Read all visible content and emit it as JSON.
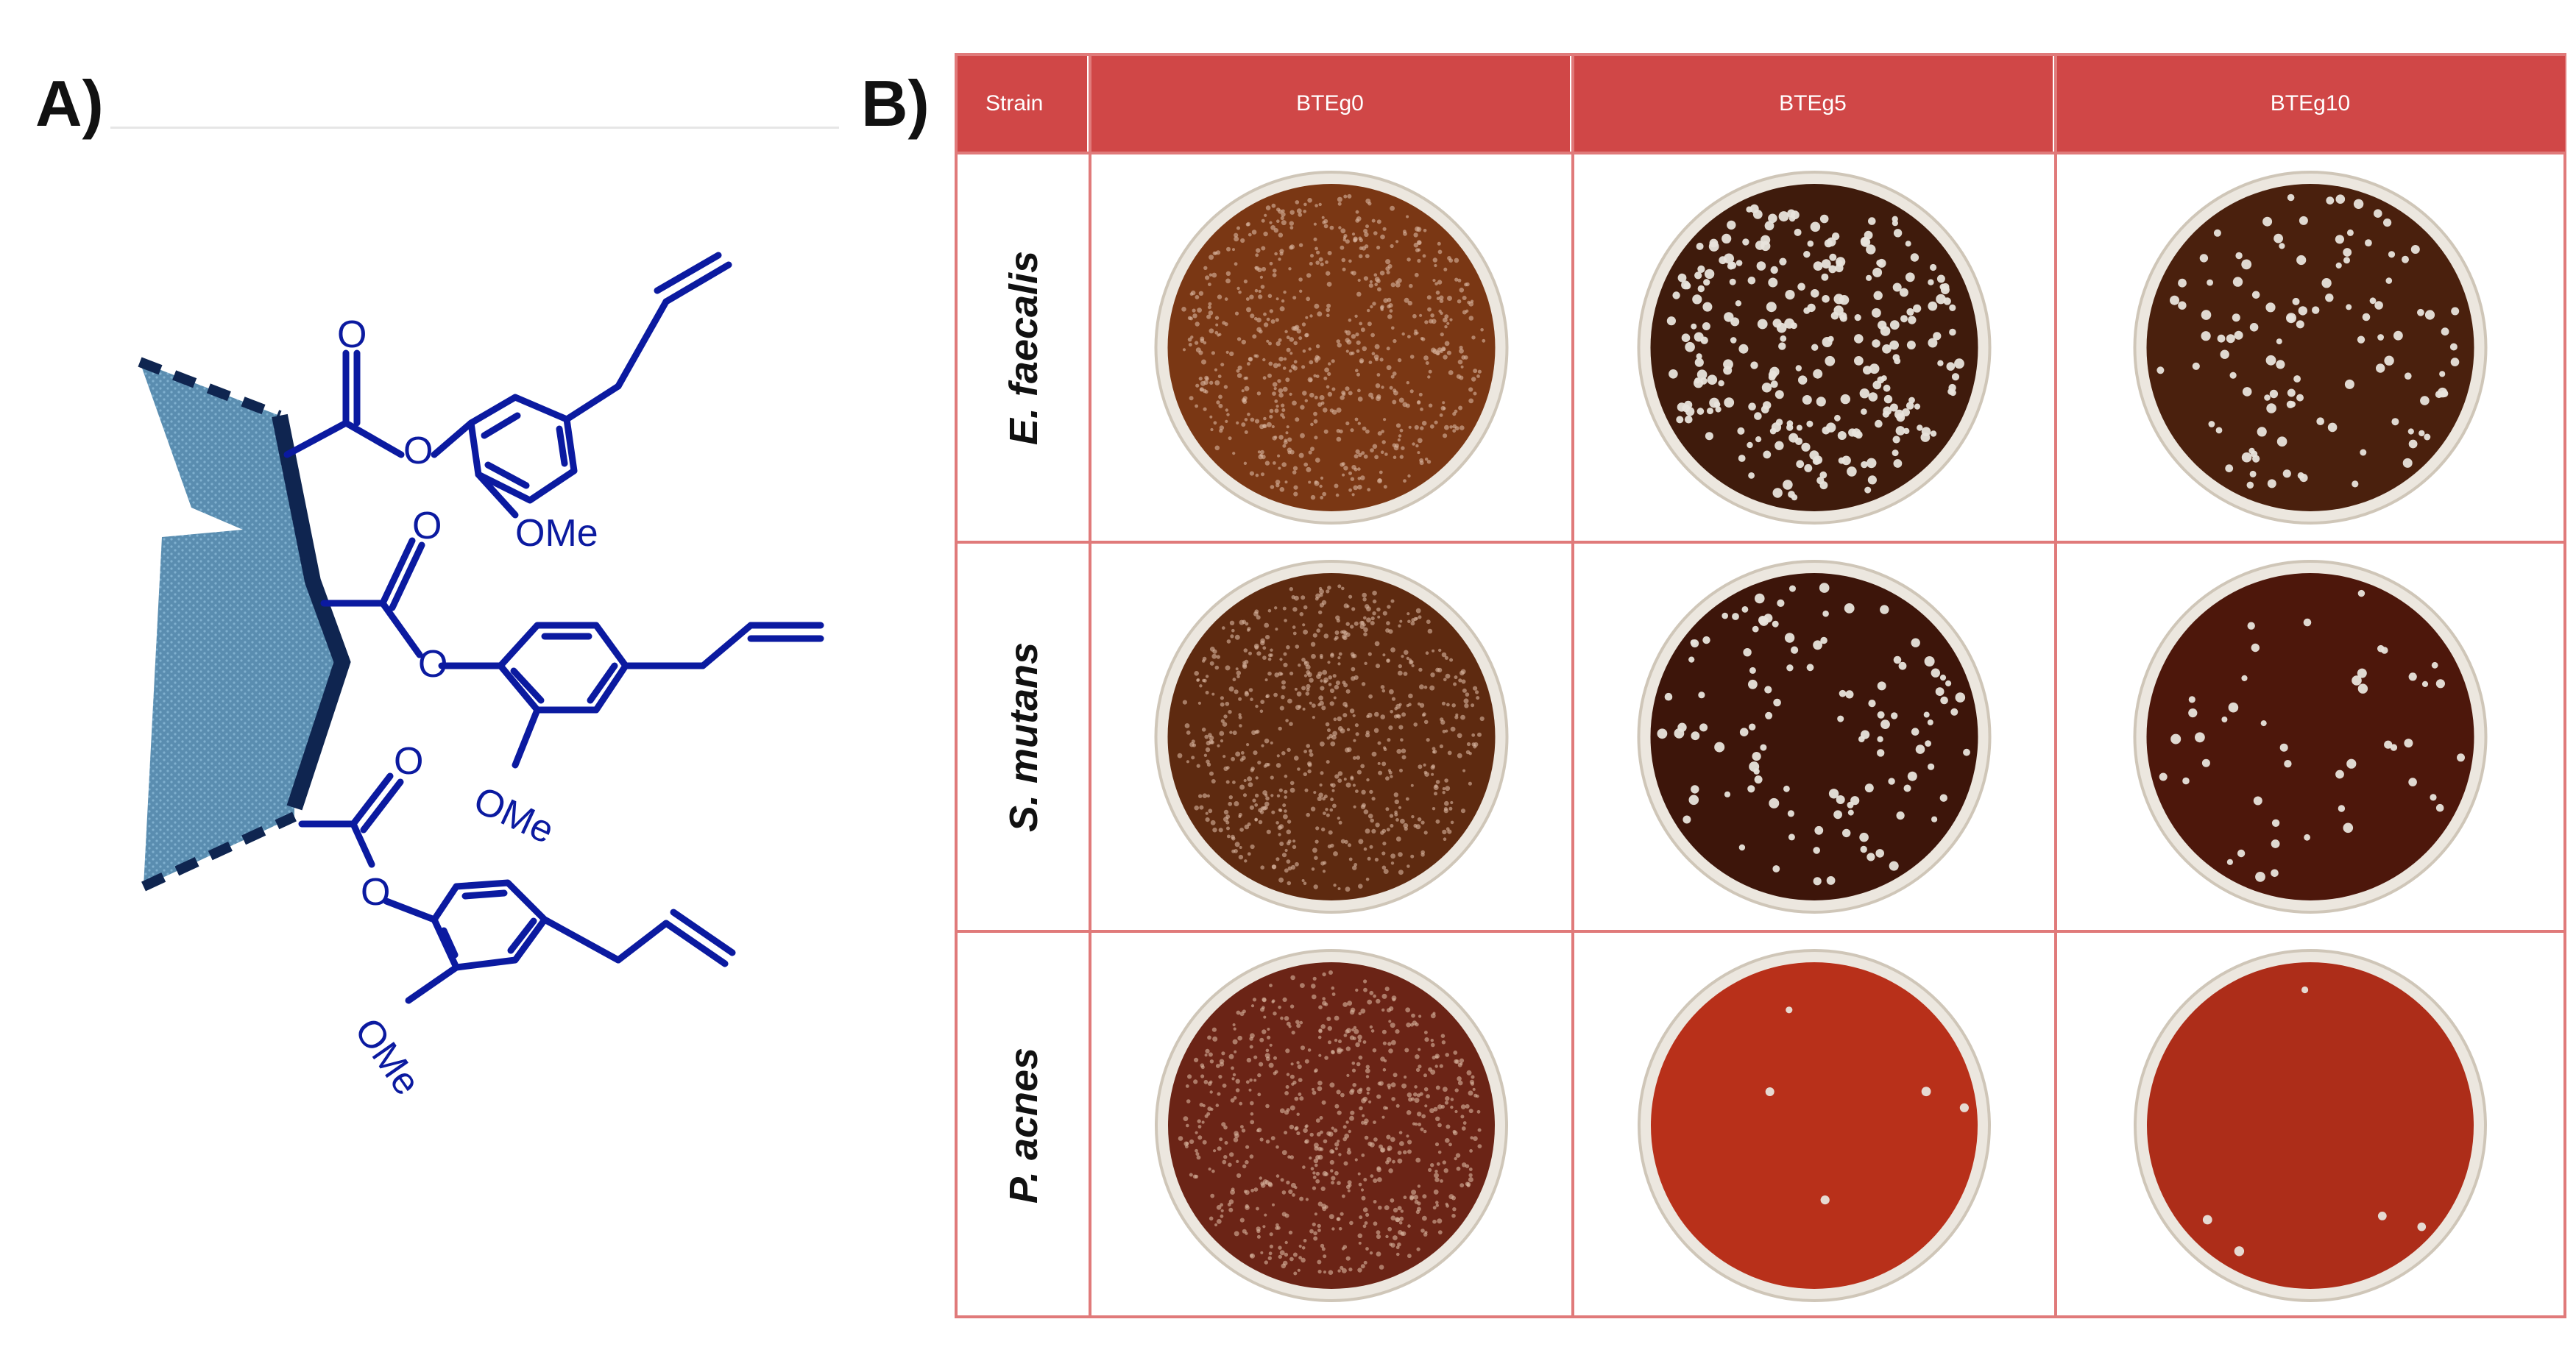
{
  "panel_a": {
    "label": "A)",
    "substituent_label": "OMe"
  },
  "panel_b": {
    "label": "B)",
    "header": {
      "strain": "Strain",
      "columns": [
        "BTEg0",
        "BTEg5",
        "BTEg10"
      ]
    },
    "rows": [
      {
        "strain": "E. faecalis",
        "plates": [
          {
            "agar": "#7a3714",
            "colony_density": "confluent"
          },
          {
            "agar": "#3f1b0c",
            "colony_density": "many"
          },
          {
            "agar": "#4a200d",
            "colony_density": "moderate"
          }
        ]
      },
      {
        "strain": "S. mutans",
        "plates": [
          {
            "agar": "#5e2a10",
            "colony_density": "confluent"
          },
          {
            "agar": "#3d150a",
            "colony_density": "moderate"
          },
          {
            "agar": "#4d170b",
            "colony_density": "few"
          }
        ]
      },
      {
        "strain": "P. acnes",
        "plates": [
          {
            "agar": "#6b2416",
            "colony_density": "confluent"
          },
          {
            "agar": "#b8301a",
            "colony_density": "very few"
          },
          {
            "agar": "#ad2d19",
            "colony_density": "very few"
          }
        ]
      }
    ],
    "colors": {
      "header_fill": "#d04747",
      "grid_line": "#e07a7a",
      "molecule": "#0b1aa0",
      "surface": "#5a8db0"
    }
  }
}
